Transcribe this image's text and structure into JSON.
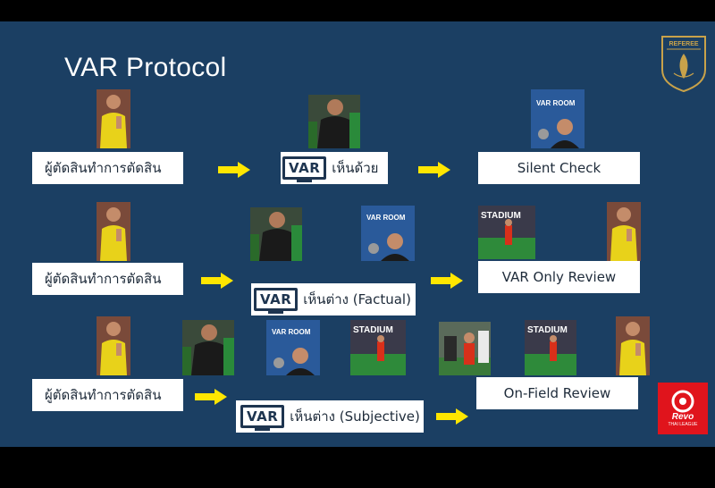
{
  "slide": {
    "title": "VAR Protocol"
  },
  "logos": {
    "referee_text": "REFEREE",
    "revo_brand": "Revo",
    "revo_sub": "THAI LEAGUE"
  },
  "var_mark": "VAR",
  "rows": [
    {
      "decision": "ผู้ตัดสินทำการตัดสิน",
      "var_result": "เห็นด้วย",
      "outcome": "Silent Check"
    },
    {
      "decision": "ผู้ตัดสินทำการตัดสิน",
      "var_result": "เห็นต่าง (Factual)",
      "outcome": "VAR Only Review"
    },
    {
      "decision": "ผู้ตัดสินทำการตัดสิน",
      "var_result": "เห็นต่าง (Subjective)",
      "outcome": "On-Field Review"
    }
  ],
  "photo_labels": {
    "var_room": "VAR ROOM",
    "stadium": "STADIUM"
  },
  "colors": {
    "background": "#1b3f63",
    "arrow": "#ffe600",
    "box": "#ffffff",
    "revo": "#e0141c"
  }
}
